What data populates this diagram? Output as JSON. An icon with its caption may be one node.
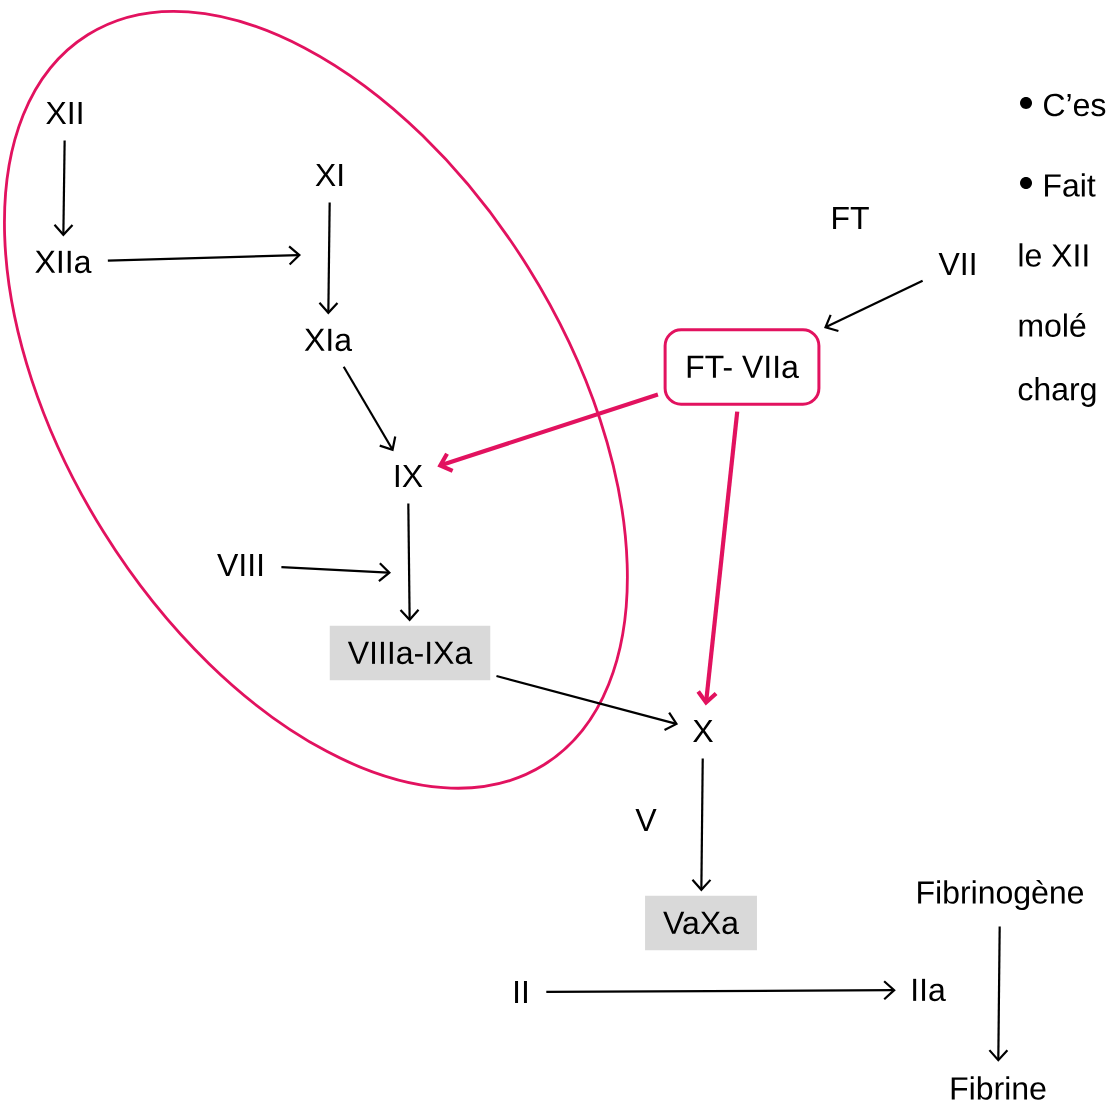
{
  "diagram": {
    "nodes": [
      {
        "text": [],
        "shape": "ellipse"
      },
      {
        "text": [
          "XII"
        ],
        "in": 0
      },
      {
        "text": [
          "XIIa"
        ],
        "in": 0
      },
      {
        "text": [
          "XI"
        ],
        "in": 0
      },
      {
        "text": [
          "XIa"
        ],
        "in": 0
      },
      {
        "text": [
          "IX"
        ],
        "in": 0
      },
      {
        "text": [
          "VIII"
        ],
        "in": 0
      },
      {
        "text": [
          "VIIIa-IXa"
        ],
        "in": 0
      },
      {
        "text": [
          "VII"
        ]
      },
      {
        "text": [
          "FT- VIIa"
        ]
      },
      {
        "text": [
          "X"
        ]
      },
      {
        "text": [
          "VaXa"
        ]
      },
      {
        "text": [
          "II"
        ]
      },
      {
        "text": [
          "IIa"
        ]
      },
      {
        "text": [
          "Fibrinogène"
        ]
      },
      {
        "text": [
          "Fibrine"
        ]
      }
    ],
    "edges": [
      {
        "from": 1,
        "to": 2,
        "arrow": "to"
      },
      {
        "from": 2,
        "to": null,
        "arrow": "to"
      },
      {
        "from": 3,
        "to": 4,
        "arrow": "to"
      },
      {
        "from": 4,
        "to": 5,
        "arrow": "to"
      },
      {
        "from": 6,
        "to": null,
        "arrow": "to"
      },
      {
        "from": 5,
        "to": 7,
        "arrow": "to"
      },
      {
        "from": 7,
        "to": 10,
        "arrow": "to"
      },
      {
        "from": 8,
        "to": 9,
        "arrow": "to"
      },
      {
        "from": 9,
        "to": 5,
        "arrow": "to",
        "style": "thick",
        "color": "#e2125f"
      },
      {
        "from": 9,
        "to": 10,
        "arrow": "to",
        "style": "thick",
        "color": "#e2125f"
      },
      {
        "from": 10,
        "to": 11,
        "arrow": "to"
      },
      {
        "from": 12,
        "to": 13,
        "arrow": "to"
      },
      {
        "from": 14,
        "to": 15,
        "arrow": "to"
      }
    ],
    "labels": [
      "FT",
      "V",
      "C’es",
      "Fait",
      "le XII",
      "molé",
      "charg"
    ]
  }
}
